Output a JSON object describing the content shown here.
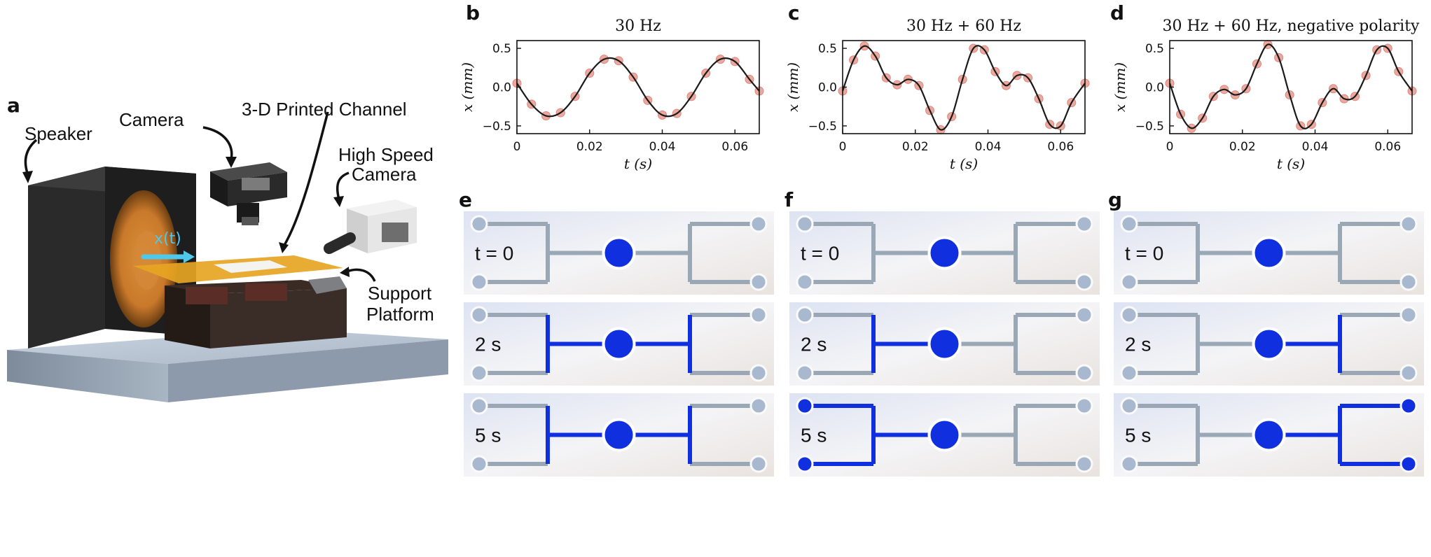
{
  "panels": {
    "a": {
      "letter": "a",
      "labels": {
        "speaker": "Speaker",
        "camera": "Camera",
        "channel": "3-D Printed Channel",
        "hs_camera_line1": "High Speed",
        "hs_camera_line2": "Camera",
        "xt": "x(t)",
        "support_line1": "Support",
        "support_line2": "Platform"
      }
    },
    "b": {
      "letter": "b"
    },
    "c": {
      "letter": "c"
    },
    "d": {
      "letter": "d"
    },
    "e": {
      "letter": "e",
      "time_labels": [
        "t = 0",
        "2 s",
        "5 s"
      ]
    },
    "f": {
      "letter": "f",
      "time_labels": [
        "t = 0",
        "2 s",
        "5 s"
      ]
    },
    "g": {
      "letter": "g",
      "time_labels": [
        "t = 0",
        "2 s",
        "5 s"
      ]
    }
  },
  "chart_data": [
    {
      "type": "line",
      "title": "30 Hz",
      "xlabel": "t (s)",
      "ylabel": "x (mm)",
      "xlim": [
        0,
        0.0667
      ],
      "ylim": [
        -0.6,
        0.6
      ],
      "xticks": [
        "0",
        "0.02",
        "0.04",
        "0.06"
      ],
      "xtick_values": [
        0,
        0.02,
        0.04,
        0.06
      ],
      "yticks": [
        "0.5",
        "0.0",
        "−0.5"
      ],
      "ytick_values": [
        0.5,
        0.0,
        -0.5
      ],
      "series": [
        {
          "kind": "measured-markers",
          "color": "#e58c80",
          "x": [
            0,
            0.004,
            0.008,
            0.012,
            0.016,
            0.02,
            0.024,
            0.028,
            0.032,
            0.036,
            0.04,
            0.044,
            0.048,
            0.052,
            0.056,
            0.06,
            0.064,
            0.0667
          ],
          "y": [
            0.05,
            -0.22,
            -0.37,
            -0.33,
            -0.12,
            0.18,
            0.36,
            0.34,
            0.13,
            -0.17,
            -0.36,
            -0.34,
            -0.12,
            0.18,
            0.36,
            0.33,
            0.1,
            -0.05
          ]
        },
        {
          "kind": "fit-line",
          "color": "#1a1a1a",
          "x": [
            0,
            0.004,
            0.008,
            0.012,
            0.016,
            0.02,
            0.024,
            0.028,
            0.032,
            0.036,
            0.04,
            0.044,
            0.048,
            0.052,
            0.056,
            0.06,
            0.064,
            0.0667
          ],
          "y": [
            0.05,
            -0.22,
            -0.37,
            -0.33,
            -0.12,
            0.18,
            0.36,
            0.34,
            0.13,
            -0.17,
            -0.36,
            -0.34,
            -0.12,
            0.18,
            0.36,
            0.33,
            0.1,
            -0.05
          ]
        }
      ]
    },
    {
      "type": "line",
      "title": "30 Hz + 60 Hz",
      "xlabel": "t (s)",
      "ylabel": "x (mm)",
      "xlim": [
        0,
        0.0667
      ],
      "ylim": [
        -0.6,
        0.6
      ],
      "xticks": [
        "0",
        "0.02",
        "0.04",
        "0.06"
      ],
      "xtick_values": [
        0,
        0.02,
        0.04,
        0.06
      ],
      "yticks": [
        "0.5",
        "0.0",
        "−0.5"
      ],
      "ytick_values": [
        0.5,
        0.0,
        -0.5
      ],
      "series": [
        {
          "kind": "measured-markers",
          "color": "#e58c80",
          "x": [
            0,
            0.003,
            0.006,
            0.009,
            0.012,
            0.015,
            0.018,
            0.021,
            0.024,
            0.027,
            0.03,
            0.033,
            0.036,
            0.039,
            0.042,
            0.045,
            0.048,
            0.051,
            0.054,
            0.057,
            0.06,
            0.063,
            0.0667
          ],
          "y": [
            -0.05,
            0.35,
            0.53,
            0.4,
            0.12,
            0.03,
            0.1,
            0.02,
            -0.3,
            -0.55,
            -0.38,
            0.1,
            0.5,
            0.48,
            0.2,
            0.02,
            0.15,
            0.12,
            -0.15,
            -0.48,
            -0.5,
            -0.2,
            0.05
          ]
        },
        {
          "kind": "fit-line",
          "color": "#1a1a1a",
          "x": [
            0,
            0.003,
            0.006,
            0.009,
            0.012,
            0.015,
            0.018,
            0.021,
            0.024,
            0.027,
            0.03,
            0.033,
            0.036,
            0.039,
            0.042,
            0.045,
            0.048,
            0.051,
            0.054,
            0.057,
            0.06,
            0.063,
            0.0667
          ],
          "y": [
            -0.05,
            0.35,
            0.53,
            0.4,
            0.12,
            0.03,
            0.1,
            0.02,
            -0.3,
            -0.55,
            -0.38,
            0.1,
            0.5,
            0.48,
            0.2,
            0.02,
            0.15,
            0.12,
            -0.15,
            -0.48,
            -0.5,
            -0.2,
            0.05
          ]
        }
      ]
    },
    {
      "type": "line",
      "title": "30 Hz + 60 Hz, negative polarity",
      "xlabel": "t (s)",
      "ylabel": "x (mm)",
      "xlim": [
        0,
        0.0667
      ],
      "ylim": [
        -0.6,
        0.6
      ],
      "xticks": [
        "0",
        "0.02",
        "0.04",
        "0.06"
      ],
      "xtick_values": [
        0,
        0.02,
        0.04,
        0.06
      ],
      "yticks": [
        "0.5",
        "0.0",
        "−0.5"
      ],
      "ytick_values": [
        0.5,
        0.0,
        -0.5
      ],
      "series": [
        {
          "kind": "measured-markers",
          "color": "#e58c80",
          "x": [
            0,
            0.003,
            0.006,
            0.009,
            0.012,
            0.015,
            0.018,
            0.021,
            0.024,
            0.027,
            0.03,
            0.033,
            0.036,
            0.039,
            0.042,
            0.045,
            0.048,
            0.051,
            0.054,
            0.057,
            0.06,
            0.063,
            0.0667
          ],
          "y": [
            0.05,
            -0.35,
            -0.53,
            -0.4,
            -0.12,
            -0.03,
            -0.1,
            -0.02,
            0.3,
            0.55,
            0.38,
            -0.1,
            -0.5,
            -0.48,
            -0.2,
            -0.02,
            -0.15,
            -0.12,
            0.15,
            0.48,
            0.5,
            0.2,
            -0.05
          ]
        },
        {
          "kind": "fit-line",
          "color": "#1a1a1a",
          "x": [
            0,
            0.003,
            0.006,
            0.009,
            0.012,
            0.015,
            0.018,
            0.021,
            0.024,
            0.027,
            0.03,
            0.033,
            0.036,
            0.039,
            0.042,
            0.045,
            0.048,
            0.051,
            0.054,
            0.057,
            0.06,
            0.063,
            0.0667
          ],
          "y": [
            0.05,
            -0.35,
            -0.53,
            -0.4,
            -0.12,
            -0.03,
            -0.1,
            -0.02,
            0.3,
            0.55,
            0.38,
            -0.1,
            -0.5,
            -0.48,
            -0.2,
            -0.02,
            -0.15,
            -0.12,
            0.15,
            0.48,
            0.5,
            0.2,
            -0.05
          ]
        }
      ]
    }
  ],
  "flow_states": {
    "e": [
      "center",
      "both-inner",
      "both-inner"
    ],
    "f": [
      "center",
      "left-branch",
      "left-full"
    ],
    "g": [
      "center",
      "right-branch",
      "right-full"
    ]
  },
  "colors": {
    "dye": "#1030e0",
    "channel": "#9aa7b5",
    "chip_bg": "#eef1f8",
    "marker": "#e58c80",
    "fit": "#1a1a1a"
  }
}
